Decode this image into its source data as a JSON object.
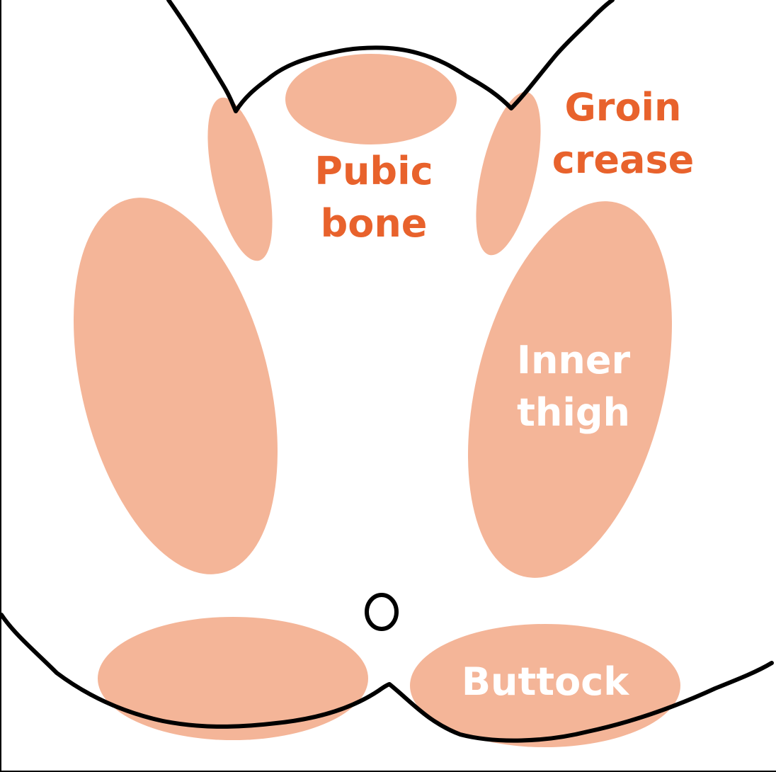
{
  "diagram": {
    "colors": {
      "zone_fill": "#f4b598",
      "label_orange": "#e8622c",
      "label_white": "#ffffff",
      "outline": "#000000"
    },
    "labels": {
      "pubic_bone": {
        "line1": "Pubic",
        "line2": "bone"
      },
      "groin_crease": {
        "line1": "Groin",
        "line2": "crease"
      },
      "inner_thigh": {
        "line1": "Inner",
        "line2": "thigh"
      },
      "buttock": {
        "line1": "Buttock"
      }
    }
  }
}
